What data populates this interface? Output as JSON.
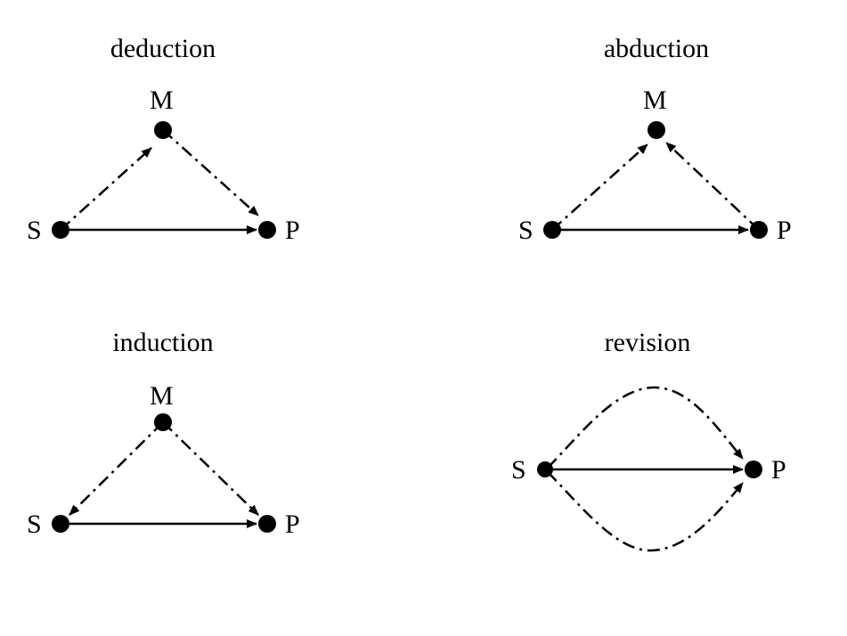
{
  "panels": {
    "deduction": {
      "title": "deduction",
      "labels": {
        "m": "M",
        "s": "S",
        "p": "P"
      }
    },
    "abduction": {
      "title": "abduction",
      "labels": {
        "m": "M",
        "s": "S",
        "p": "P"
      }
    },
    "induction": {
      "title": "induction",
      "labels": {
        "m": "M",
        "s": "S",
        "p": "P"
      }
    },
    "revision": {
      "title": "revision",
      "labels": {
        "s": "S",
        "p": "P"
      }
    }
  },
  "style": {
    "line_color": "#000000",
    "node_color": "#000000"
  }
}
